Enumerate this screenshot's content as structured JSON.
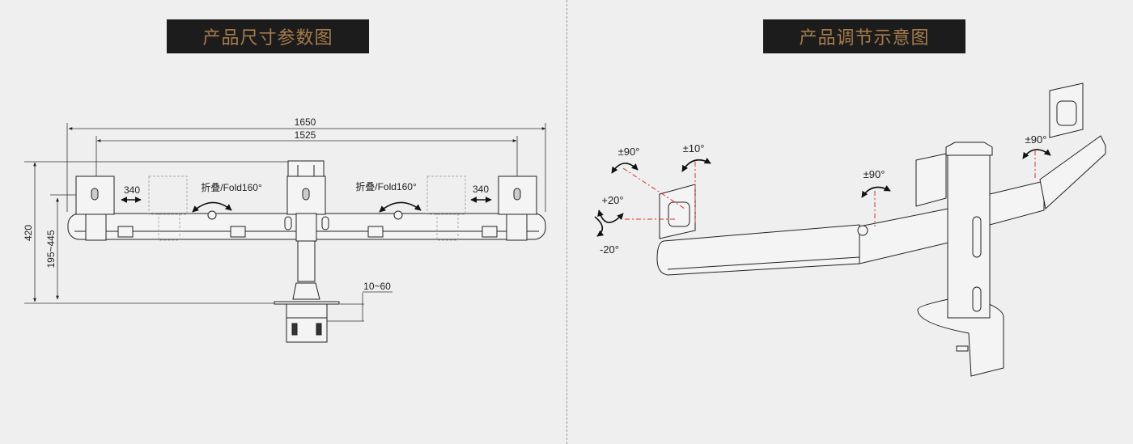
{
  "left_panel": {
    "title": "产品尺寸参数图",
    "dimensions": {
      "overall_width": "1650",
      "plate_span": "1525",
      "height": "420",
      "height_range": "195~445",
      "slide_left": "340",
      "slide_right": "340",
      "desk_thickness": "10~60"
    },
    "fold_left": "折叠/Fold160°",
    "fold_right": "折叠/Fold160°"
  },
  "right_panel": {
    "title": "产品调节示意图",
    "angles": {
      "rotate_left": "±90°",
      "swivel_left": "±10°",
      "tilt_up": "+20°",
      "tilt_down": "-20°",
      "arm_joint": "±90°",
      "right_arm": "±90°"
    }
  },
  "colors": {
    "background": "#efefef",
    "header_bg": "#1c1c1c",
    "header_text": "#a57c4c",
    "line": "#222222",
    "guide": "#d9302b"
  }
}
